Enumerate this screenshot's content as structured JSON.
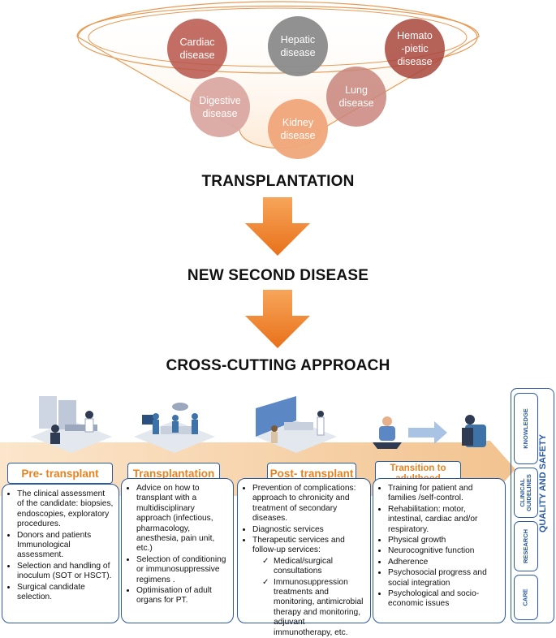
{
  "funnel": {
    "diseases": [
      {
        "label": "Cardiac\ndisease",
        "color": "#b8564b",
        "opacity": 0.85
      },
      {
        "label": "Hepatic\ndisease",
        "color": "#8c8c8c",
        "opacity": 0.95
      },
      {
        "label": "Hemato\n-pietic\ndisease",
        "color": "#a9473d",
        "opacity": 0.85
      },
      {
        "label": "Lung\ndisease",
        "color": "#c9867d",
        "opacity": 0.85
      },
      {
        "label": "Digestive\ndisease",
        "color": "#dba8a2",
        "opacity": 0.95
      },
      {
        "label": "Kidney\ndisease",
        "color": "#f1a77a",
        "opacity": 0.95
      }
    ]
  },
  "steps": {
    "transplantation": "TRANSPLANTATION",
    "second_disease": "NEW SECOND DISEASE",
    "approach": "CROSS-CUTTING APPROACH"
  },
  "phases": {
    "pre": {
      "label": "Pre- transplant",
      "items": [
        "The clinical assessment of the candidate: biopsies, endoscopies, exploratory procedures.",
        "Donors and patients Immunological assessment.",
        "Selection and handling of inoculum (SOT or HSCT).",
        "Surgical candidate selection."
      ]
    },
    "transplantation": {
      "label": "Transplantation",
      "items": [
        "Advice on how to transplant with a multidisciplinary approach (infectious, pharmacology, anesthesia, pain unit, etc.)",
        "Selection of conditioning or immunosuppressive regimens .",
        "Optimisation of adult organs for PT."
      ]
    },
    "post": {
      "label": "Post- transplant",
      "items": [
        "Prevention of complications: approach to chronicity and treatment of secondary diseases.",
        "Diagnostic services",
        "Therapeutic services and follow-up services:"
      ],
      "subitems": [
        "Medical/surgical consultations",
        "Immunosuppression treatments and monitoring, antimicrobial therapy and monitoring, adjuvant immunotherapy, etc."
      ]
    },
    "transition": {
      "label": "Transition to\nadulthood",
      "items": [
        "Training  for patient and families /self-control.",
        "Rehabilitation: motor, intestinal, cardiac and/or respiratory.",
        "Physical growth",
        "Neurocognitive function",
        "Adherence",
        "Psychosocial progress and social integration",
        "Psychological and socio-economic issues"
      ]
    }
  },
  "sidebar": {
    "pillars": [
      "KNOWLEDGE",
      "CLINICAL\nGUIDELINES",
      "RESEARCH",
      "CARE"
    ],
    "title": "QUALITY AND SAFETY"
  },
  "colors": {
    "accent_orange": "#e8821e",
    "border_blue": "#2b5aa0",
    "band": "#f6d9b3"
  }
}
